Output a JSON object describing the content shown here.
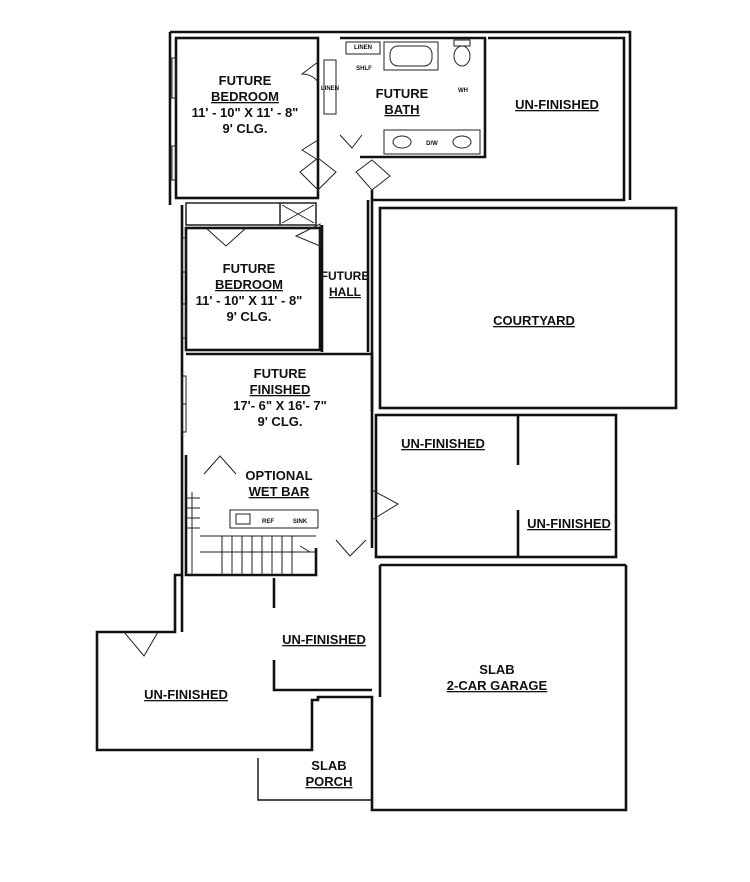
{
  "rooms": {
    "bedroom1": {
      "line1": "FUTURE",
      "line2": "BEDROOM",
      "dims": "11' - 10\" X 11' - 8\"",
      "clg": "9' CLG."
    },
    "bath": {
      "line1": "FUTURE",
      "line2": "BATH"
    },
    "unfinished_top": {
      "label": "UN-FINISHED"
    },
    "bedroom2": {
      "line1": "FUTURE",
      "line2": "BEDROOM",
      "dims": "11' - 10\" X 11' - 8\"",
      "clg": "9' CLG."
    },
    "hall": {
      "line1": "FUTURE",
      "line2": "HALL"
    },
    "courtyard": {
      "label": "COURTYARD"
    },
    "finished": {
      "line1": "FUTURE",
      "line2": "FINISHED",
      "dims": "17'- 6\" X 16'- 7\"",
      "clg": "9' CLG."
    },
    "wetbar": {
      "line1": "OPTIONAL",
      "line2": "WET BAR"
    },
    "unfinished_mid_left": {
      "label": "UN-FINISHED"
    },
    "unfinished_mid_right": {
      "label": "UN-FINISHED"
    },
    "unfinished_center": {
      "label": "UN-FINISHED"
    },
    "unfinished_bottom_left": {
      "label": "UN-FINISHED"
    },
    "garage": {
      "line1": "SLAB",
      "line2": "2-CAR GARAGE"
    },
    "porch": {
      "line1": "SLAB",
      "line2": "PORCH"
    }
  },
  "fixtures": {
    "linen": "LINEN",
    "shelf": "SHLF",
    "water_heater": "WH",
    "dw": "D/W",
    "linen_closet": "LINEN",
    "bar_fridge": "REF",
    "bar_sink": "SINK"
  }
}
